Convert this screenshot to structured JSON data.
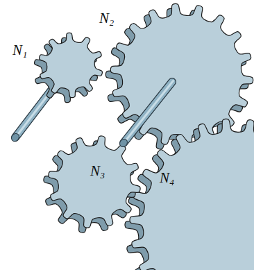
{
  "diagram": {
    "labels": [
      "N₁",
      "N₂",
      "N₃",
      "N₄"
    ]
  }
}
